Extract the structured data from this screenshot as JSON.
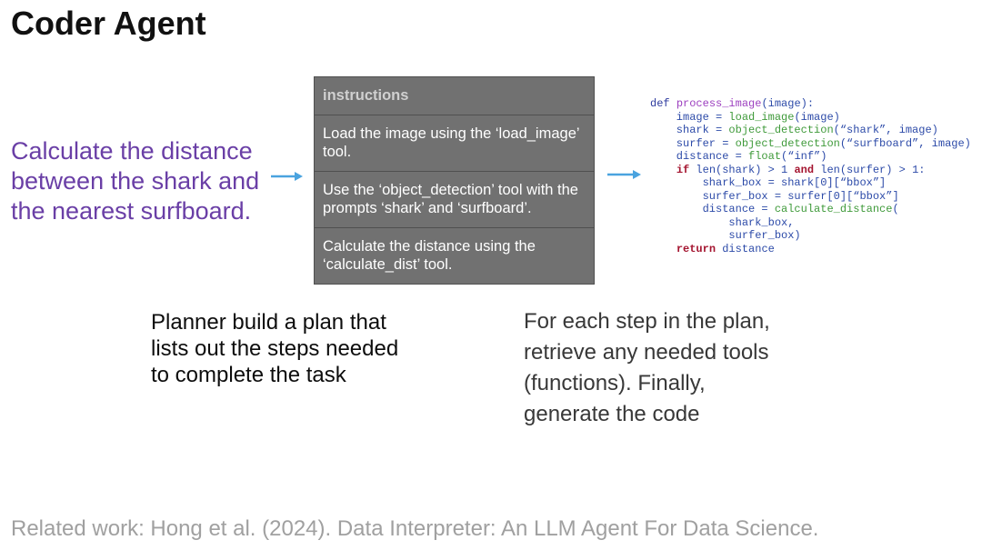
{
  "title": "Coder Agent",
  "task": {
    "lines": [
      "Calculate the distance",
      "between the shark and",
      "the nearest surfboard."
    ]
  },
  "instructions": {
    "header": "instructions",
    "steps": [
      {
        "lines": [
          "Load the image using the ‘load_image’",
          "tool."
        ]
      },
      {
        "lines": [
          "Use the ‘object_detection’ tool with the",
          "prompts ‘shark’ and ‘surfboard’."
        ]
      },
      {
        "lines": [
          "Calculate the distance using the",
          "‘calculate_dist’ tool."
        ]
      }
    ]
  },
  "code": {
    "lines": [
      [
        [
          "def",
          "#2d3a9e"
        ],
        [
          " ",
          "#2c4aa8"
        ],
        [
          "process_image",
          "#9c3fbf"
        ],
        [
          "(image):",
          "#2c4aa8"
        ]
      ],
      [
        [
          "    image = ",
          "#2c4aa8"
        ],
        [
          "load_image",
          "#3f9a3a"
        ],
        [
          "(image)",
          "#2c4aa8"
        ]
      ],
      [
        [
          "    shark = ",
          "#2c4aa8"
        ],
        [
          "object_detection",
          "#3f9a3a"
        ],
        [
          "(“shark”, image)",
          "#2c4aa8"
        ]
      ],
      [
        [
          "    surfer = ",
          "#2c4aa8"
        ],
        [
          "object_detection",
          "#3f9a3a"
        ],
        [
          "(“surfboard”, image)",
          "#2c4aa8"
        ]
      ],
      [
        [
          "    distance = ",
          "#2c4aa8"
        ],
        [
          "float",
          "#3f9a3a"
        ],
        [
          "(“inf”)",
          "#2c4aa8"
        ]
      ],
      [
        [
          "    ",
          "#2c4aa8"
        ],
        [
          "if",
          "#a4142f"
        ],
        [
          " len(shark) > 1 ",
          "#2c4aa8"
        ],
        [
          "and",
          "#a4142f"
        ],
        [
          " len(surfer) > 1:",
          "#2c4aa8"
        ]
      ],
      [
        [
          "        shark_box = shark[0][“bbox”]",
          "#2c4aa8"
        ]
      ],
      [
        [
          "        surfer_box = surfer[0][“bbox”]",
          "#2c4aa8"
        ]
      ],
      [
        [
          "        distance = ",
          "#2c4aa8"
        ],
        [
          "calculate_distance",
          "#3f9a3a"
        ],
        [
          "(",
          "#2c4aa8"
        ]
      ],
      [
        [
          "            shark_box,",
          "#2c4aa8"
        ]
      ],
      [
        [
          "            surfer_box)",
          "#2c4aa8"
        ]
      ],
      [
        [
          "    ",
          "#2c4aa8"
        ],
        [
          "return",
          "#a4142f"
        ],
        [
          " distance",
          "#2c4aa8"
        ]
      ]
    ]
  },
  "planner_caption": {
    "lines": [
      "Planner build a plan that",
      "lists out the steps needed",
      "to complete the task"
    ]
  },
  "coder_caption": {
    "lines": [
      "For each step in the plan,",
      "retrieve any needed tools",
      "(functions). Finally,",
      "generate the code"
    ]
  },
  "footer": {
    "citation": "Related work: Hong et al. (2024). Data Interpreter: An LLM Agent For Data Science."
  },
  "icons": {
    "prompt_to_plan_arrow": "arrow-right-icon",
    "plan_to_code_arrow": "arrow-right-icon"
  },
  "colors": {
    "title_text": "#111111",
    "task_text": "#6a3fa6",
    "arrow": "#4aa3df",
    "box_background": "#717171",
    "box_border": "#505050",
    "box_header_text": "#d0d0d0",
    "box_text": "#ffffff",
    "code_control": "#a4142f",
    "planner_text": "#0d0d0d",
    "coder_text": "#383838",
    "footer_text": "#a0a0a0"
  }
}
